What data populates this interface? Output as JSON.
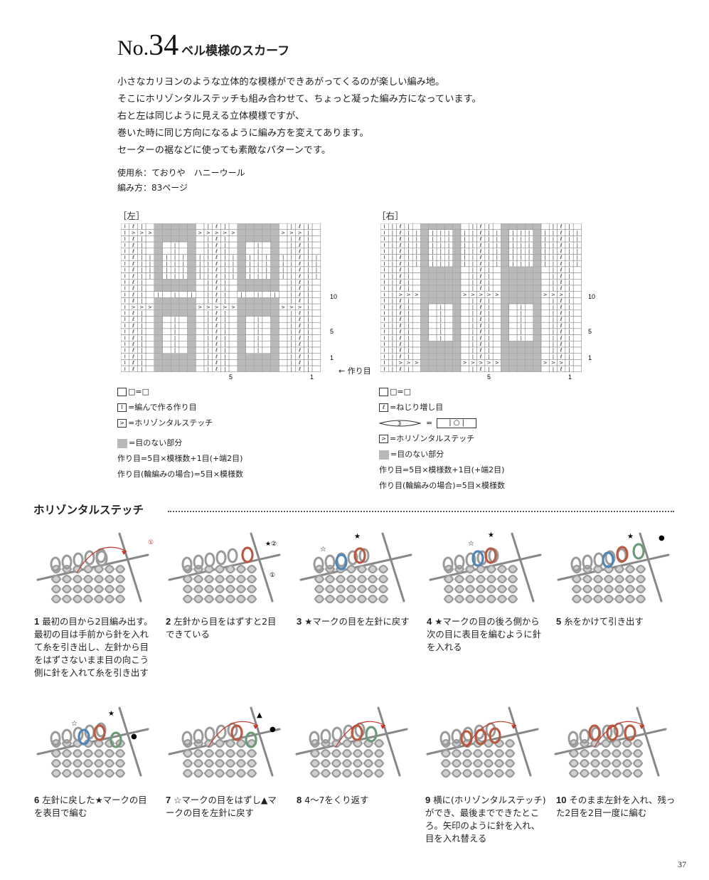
{
  "header": {
    "no_prefix": "No.",
    "number": "34",
    "title": "ベル模様のスカーフ"
  },
  "intro": [
    "小さなカリヨンのような立体的な模様ができあがってくるのが楽しい編み地。",
    "そこにホリゾンタルステッチも組み合わせて、ちょっと凝った編み方になっています。",
    "右と左は同じように見える立体模様ですが、",
    "巻いた時に同じ方向になるように編み方を変えてあります。",
    "セーターの裾などに使っても素敵なパターンです。"
  ],
  "yarn": {
    "line1": "使用糸：ておりや　ハニーウール",
    "line2": "編み方：83ページ"
  },
  "left_chart": {
    "label": "［左］",
    "row_labels": [
      "10",
      "5",
      "1"
    ],
    "col_labels": [
      "5",
      "1"
    ],
    "cast_on_label": "← 作り目",
    "legend": {
      "blank": "□=□",
      "cast": "=編んで作る作り目",
      "horizontal": "=ホリゾンタルステッチ",
      "gray": "=目のない部分",
      "formula1": "作り目=5目×模様数+1目(+端2目)",
      "formula2": "作り目(輪編みの場合)=5目×模様数"
    }
  },
  "right_chart": {
    "label": "［右］",
    "row_labels": [
      "10",
      "5",
      "1"
    ],
    "col_labels": [
      "5",
      "1"
    ],
    "legend": {
      "blank": "□=□",
      "twist": "=ねじり増し目",
      "three_num": "3",
      "three_eq": "=",
      "three_symbols": "| ○ |",
      "horizontal": "=ホリゾンタルステッチ",
      "gray": "=目のない部分",
      "formula1": "作り目=5目×模様数+1目(+端2目)",
      "formula2": "作り目(輪編みの場合)=5目×模様数"
    }
  },
  "section": {
    "title": "ホリゾンタルステッチ"
  },
  "steps": [
    {
      "n": "1",
      "text": "最初の目から2目編み出す。最初の目は手前から針を入れて糸を引き出し、左針から目をはずさないまま目の向こう側に針を入れて糸を引き出す"
    },
    {
      "n": "2",
      "text": "左針から目をはずすと2目できている"
    },
    {
      "n": "3",
      "text": "★マークの目を左針に戻す"
    },
    {
      "n": "4",
      "text": "★マークの目の後ろ側から次の目に表目を編むように針を入れる"
    },
    {
      "n": "5",
      "text": "糸をかけて引き出す"
    },
    {
      "n": "6",
      "text": "左針に戻した★マークの目を表目で編む"
    },
    {
      "n": "7",
      "text": "☆マークの目をはずし▲マークの目を左針に戻す"
    },
    {
      "n": "8",
      "text": "4〜7をくり返す"
    },
    {
      "n": "9",
      "text": "横に(ホリゾンタルステッチ)ができ、最後までできたところ。矢印のように針を入れ、目を入れ替える"
    },
    {
      "n": "10",
      "text": "そのまま左針を入れ、残った2目を2目一度に編む"
    }
  ],
  "illus_marks": {
    "s1": [
      "①"
    ],
    "s2": [
      "★②",
      "①"
    ],
    "s3": [
      "☆",
      "★"
    ],
    "s4": [
      "☆",
      "★"
    ],
    "s5": [
      "★",
      "●"
    ],
    "s6": [
      "☆",
      "★",
      "●"
    ],
    "s7": [
      "▲",
      "●"
    ]
  },
  "page_number": "37",
  "colors": {
    "gray_cell": "#b9b9b9",
    "yarn_gray": "#9a9a9a",
    "yarn_red": "#b85a44",
    "yarn_blue": "#4f86b5",
    "yarn_green": "#6c9a7a",
    "arrow_red": "#c0392b"
  }
}
